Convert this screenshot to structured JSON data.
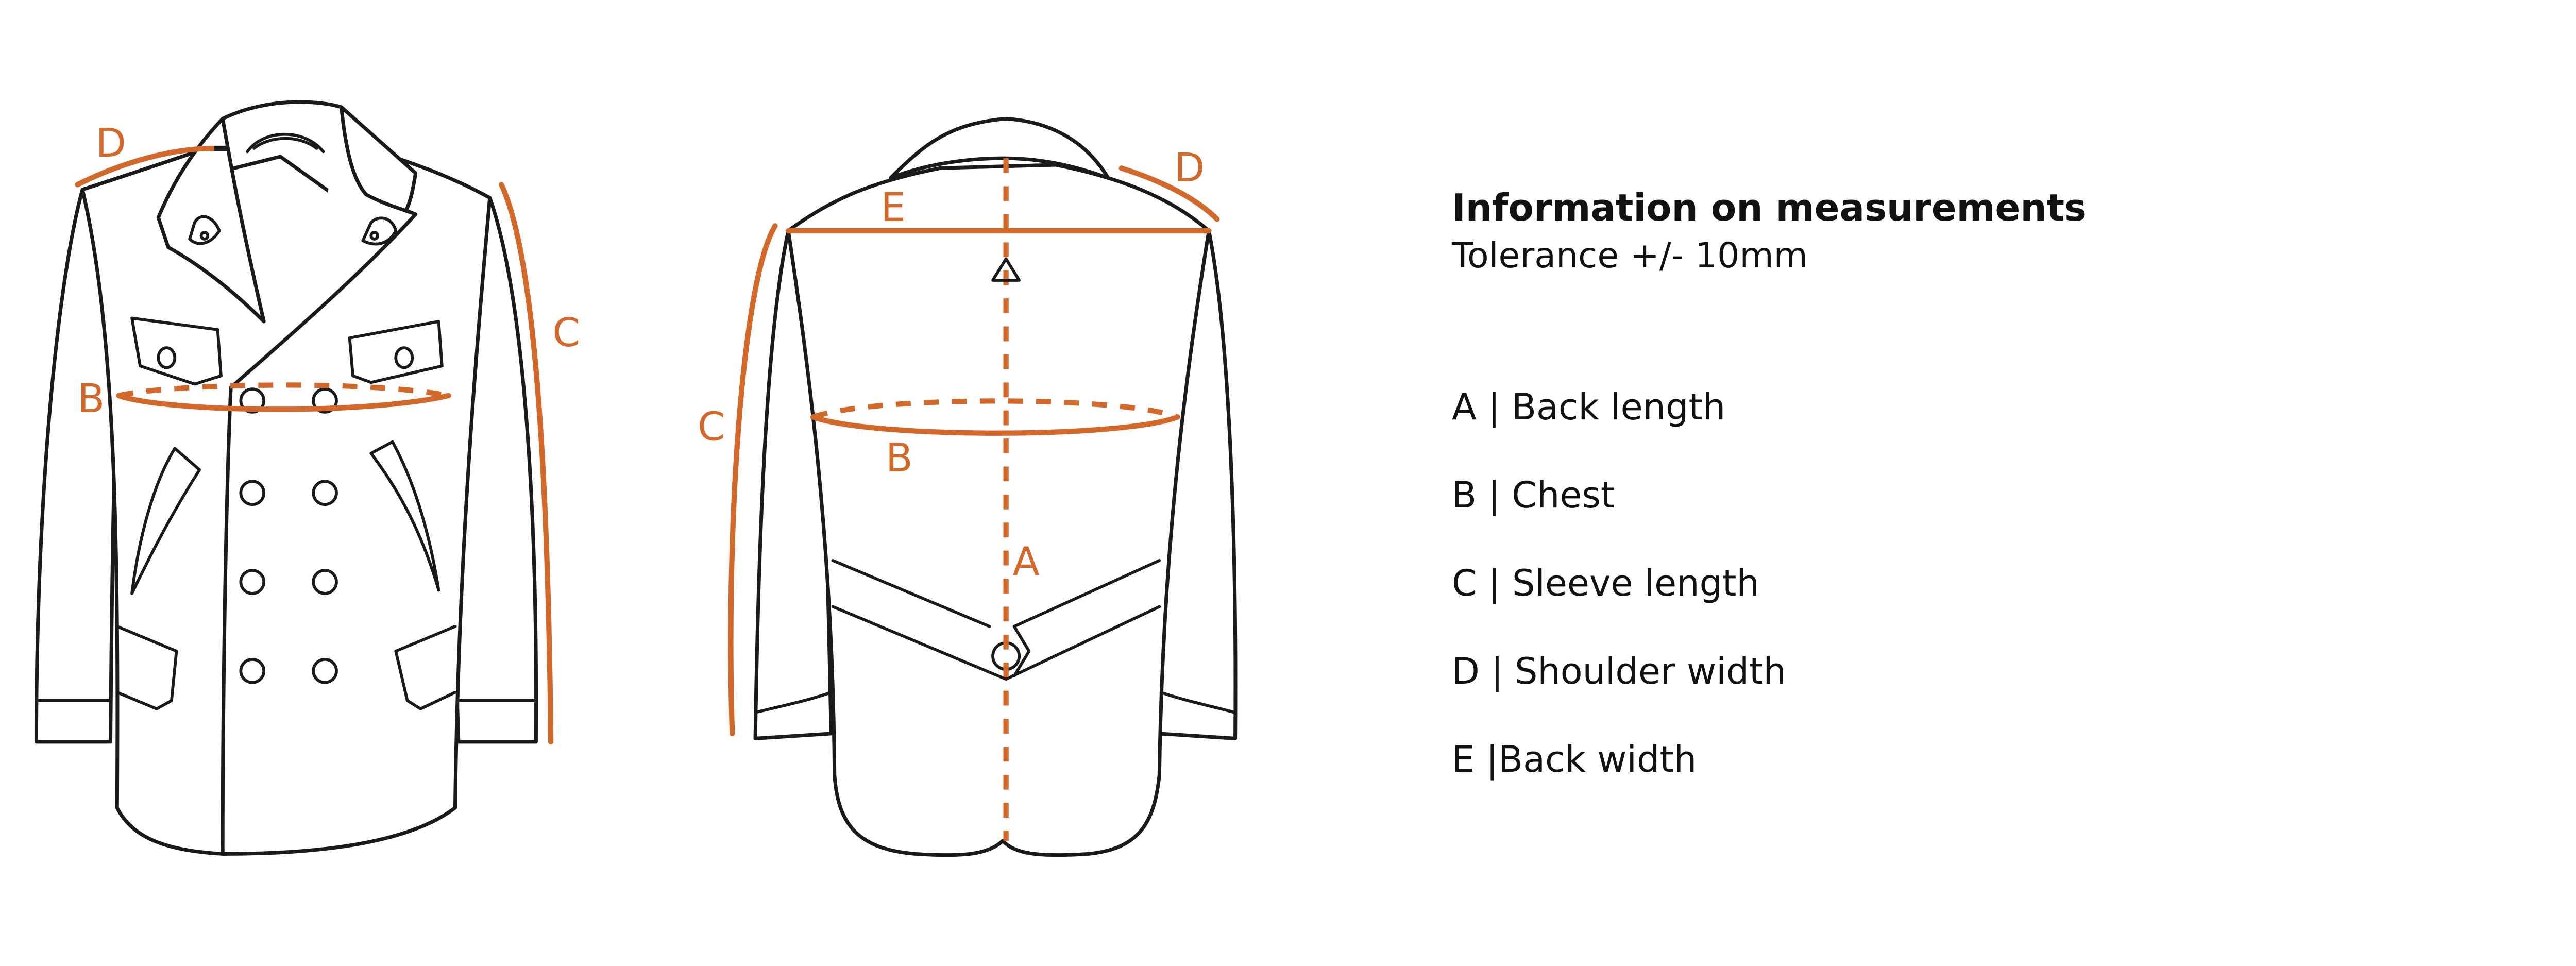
{
  "colors": {
    "measure": "#d2692b",
    "outline": "#1a1a1a",
    "text": "#111111",
    "background": "#ffffff"
  },
  "diagram": {
    "front_view_labels": [
      "D",
      "B",
      "C"
    ],
    "back_view_labels": [
      "E",
      "D",
      "C",
      "B",
      "A"
    ]
  },
  "info": {
    "title": "Information on measurements",
    "tolerance": "Tolerance +/- 10mm"
  },
  "legend": [
    {
      "key": "A",
      "text": "A | Back length"
    },
    {
      "key": "B",
      "text": "B | Chest"
    },
    {
      "key": "C",
      "text": "C | Sleeve length"
    },
    {
      "key": "D",
      "text": "D | Shoulder width"
    },
    {
      "key": "E",
      "text": "E |Back width"
    }
  ]
}
